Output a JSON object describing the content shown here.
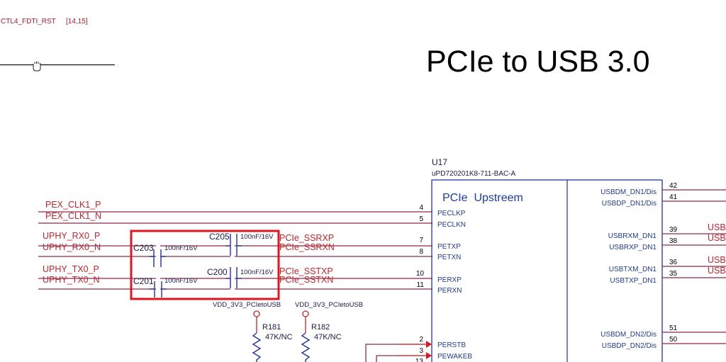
{
  "title": "PCIe to USB 3.0",
  "offpage": {
    "net": "CTL4_FDTI_RST",
    "refs": "[14,15]"
  },
  "cursor_icon": "hand-grab-icon",
  "left_nets": {
    "pex_clk1_p": "PEX_CLK1_P",
    "pex_clk1_n": "PEX_CLK1_N",
    "uphy_rx0_p": "UPHY_RX0_P",
    "uphy_rx0_n": "UPHY_RX0_N",
    "uphy_tx0_p": "UPHY_TX0_P",
    "uphy_tx0_n": "UPHY_TX0_N"
  },
  "mid_nets": {
    "ssrxp": "PCIe_SSRXP",
    "ssrxn": "PCIe_SSRXN",
    "sstxp": "PCIe_SSTXP",
    "sstxn": "PCIe_SSTXN"
  },
  "capacitors": [
    {
      "ref": "C203",
      "value": "100nF/16V"
    },
    {
      "ref": "C205",
      "value": "100nF/16V"
    },
    {
      "ref": "C201",
      "value": "100nF/16V"
    },
    {
      "ref": "C200",
      "value": "100nF/16V"
    }
  ],
  "power": {
    "r181_rail": "VDD_3V3_PCIetoUSB",
    "r182_rail": "VDD_3V3_PCIetoUSB"
  },
  "resistors": [
    {
      "ref": "R181",
      "value": "47K/NC"
    },
    {
      "ref": "R182",
      "value": "47K/NC"
    }
  ],
  "ic": {
    "ref": "U17",
    "part": "uPD720201K8-711-BAC-A",
    "section": "PCIe  Upstreem",
    "left_pins": [
      {
        "num": "4",
        "name": "PECLKP"
      },
      {
        "num": "5",
        "name": "PECLKN"
      },
      {
        "num": "7",
        "name": "PETXP"
      },
      {
        "num": "8",
        "name": "PETXN"
      },
      {
        "num": "10",
        "name": "PERXP"
      },
      {
        "num": "11",
        "name": "PERXN"
      },
      {
        "num": "2",
        "name": "PERSTB"
      },
      {
        "num": "3",
        "name": "PEWAKEB"
      },
      {
        "num": "13",
        "name": ""
      }
    ],
    "right_pins": [
      {
        "num": "42",
        "name": "USBDM_DN1/Dis"
      },
      {
        "num": "41",
        "name": "USBDP_DN1/Dis"
      },
      {
        "num": "39",
        "name": "USBRXM_DN1"
      },
      {
        "num": "38",
        "name": "USBRXP_DN1"
      },
      {
        "num": "36",
        "name": "USBTXM_DN1"
      },
      {
        "num": "35",
        "name": "USBTXP_DN1"
      },
      {
        "num": "51",
        "name": "USBDM_DN2/Dis"
      },
      {
        "num": "50",
        "name": "USBDP_DN2/Dis"
      }
    ]
  },
  "right_nets": {
    "rx_m": "USB",
    "rx_p": "USB",
    "tx_m": "USB",
    "tx_p": "USB"
  },
  "highlight_color": "#e0161e"
}
